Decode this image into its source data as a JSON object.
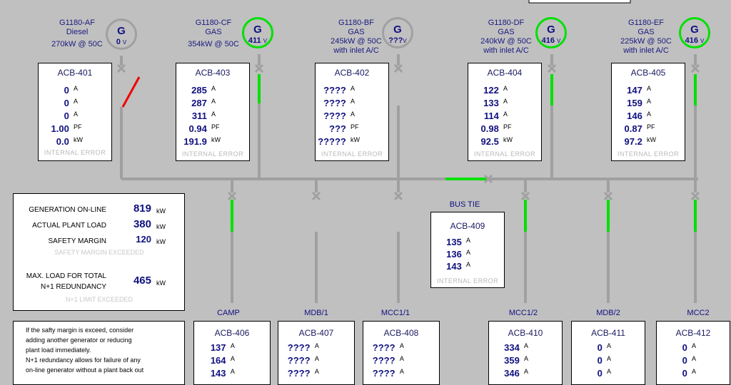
{
  "generators": [
    {
      "name": "G1180-AF",
      "fuel": "Diesel",
      "rating": "270kW @ 50C",
      "inlet": "",
      "symbol": "G",
      "voltage": "0",
      "unit": "V",
      "online": false
    },
    {
      "name": "G1180-CF",
      "fuel": "GAS",
      "rating": "354kW @ 50C",
      "inlet": "",
      "symbol": "G",
      "voltage": "411",
      "unit": "V",
      "online": true
    },
    {
      "name": "G1180-BF",
      "fuel": "GAS",
      "rating": "245kW @ 50C",
      "inlet": "with inlet A/C",
      "symbol": "G",
      "voltage": "???",
      "unit": "V",
      "online": false
    },
    {
      "name": "G1180-DF",
      "fuel": "GAS",
      "rating": "240kW @ 50C",
      "inlet": "with inlet A/C",
      "symbol": "G",
      "voltage": "416",
      "unit": "V",
      "online": true
    },
    {
      "name": "G1180-EF",
      "fuel": "GAS",
      "rating": "225kW @ 50C",
      "inlet": "with inlet A/C",
      "symbol": "G",
      "voltage": "416",
      "unit": "V",
      "online": true
    }
  ],
  "gen_breakers": [
    {
      "name": "ACB-401",
      "a1": "0",
      "a2": "0",
      "a3": "0",
      "pf": "1.00",
      "kw": "0.0",
      "ua": "A",
      "upf": "PF",
      "ukw": "kW",
      "error": "INTERNAL ERROR"
    },
    {
      "name": "ACB-403",
      "a1": "285",
      "a2": "287",
      "a3": "311",
      "pf": "0.94",
      "kw": "191.9",
      "ua": "A",
      "upf": "PF",
      "ukw": "kW",
      "error": "INTERNAL ERROR"
    },
    {
      "name": "ACB-402",
      "a1": "????",
      "a2": "????",
      "a3": "????",
      "pf": "???",
      "kw": "?????",
      "ua": "A",
      "upf": "PF",
      "ukw": "kW",
      "error": "INTERNAL ERROR"
    },
    {
      "name": "ACB-404",
      "a1": "122",
      "a2": "133",
      "a3": "114",
      "pf": "0.98",
      "kw": "92.5",
      "ua": "A",
      "upf": "PF",
      "ukw": "kW",
      "error": "INTERNAL ERROR"
    },
    {
      "name": "ACB-405",
      "a1": "147",
      "a2": "159",
      "a3": "146",
      "pf": "0.87",
      "kw": "97.2",
      "ua": "A",
      "upf": "PF",
      "ukw": "kW",
      "error": "INTERNAL ERROR"
    }
  ],
  "bus_tie": {
    "label": "BUS TIE",
    "name": "ACB-409",
    "a1": "135",
    "a2": "136",
    "a3": "143",
    "ua": "A",
    "error": "INTERNAL ERROR"
  },
  "feeders": [
    {
      "label": "CAMP",
      "name": "ACB-406",
      "a1": "137",
      "a2": "164",
      "a3": "143",
      "ua": "A"
    },
    {
      "label": "MDB/1",
      "name": "ACB-407",
      "a1": "????",
      "a2": "????",
      "a3": "????",
      "ua": "A"
    },
    {
      "label": "MCC1/1",
      "name": "ACB-408",
      "a1": "????",
      "a2": "????",
      "a3": "????",
      "ua": "A"
    },
    {
      "label": "MCC1/2",
      "name": "ACB-410",
      "a1": "334",
      "a2": "359",
      "a3": "346",
      "ua": "A"
    },
    {
      "label": "MDB/2",
      "name": "ACB-411",
      "a1": "0",
      "a2": "0",
      "a3": "0",
      "ua": "A"
    },
    {
      "label": "MCC2",
      "name": "ACB-412",
      "a1": "0",
      "a2": "0",
      "a3": "0",
      "ua": "A"
    }
  ],
  "summary": {
    "gen_label": "GENERATION ON-LINE",
    "gen_value": "819",
    "gen_unit": "kW",
    "load_label": "ACTUAL PLANT LOAD",
    "load_value": "380",
    "load_unit": "kW",
    "margin_label": "SAFETY MARGIN",
    "margin_value": "120",
    "margin_unit": "kW",
    "margin_warning": "SAFETY MARGIN EXCEEDED",
    "max_label_1": "MAX. LOAD FOR TOTAL",
    "max_label_2": "N+1 REDUNDANCY",
    "max_value": "465",
    "max_unit": "kW",
    "max_warning": "N+1 LIMIT EXCEEDED"
  },
  "note": {
    "line1": "If the safty margin is exceed, consider",
    "line2": "adding another generator or reducing",
    "line3": "plant load immediately.",
    "line4": "N+1 redundancy  allows for failure of any",
    "line5": "on-line generator without a plant back out"
  },
  "colors": {
    "bus": "#a0a0a0",
    "energized": "#00e000",
    "fault": "#ee0000",
    "breaker": "#a0a0a0"
  }
}
